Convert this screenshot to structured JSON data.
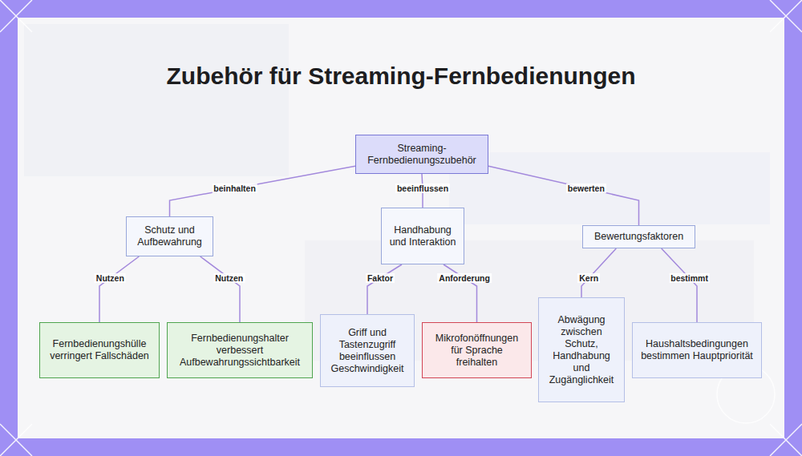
{
  "diagram": {
    "title": "Zubehör für Streaming-Fernbedienungen",
    "nodes": [
      {
        "text": [
          "Streaming-Fernbedienungszubehör"
        ]
      },
      {
        "text": [
          "Schutz und Aufbewahrung"
        ]
      },
      {
        "text": [
          "Handhabung und Interaktion"
        ]
      },
      {
        "text": [
          "Bewertungsfaktoren"
        ]
      },
      {
        "text": [
          "Fernbedienungshülle verringert Fallschäden"
        ]
      },
      {
        "text": [
          "Fernbedienungshalter verbessert Aufbewahrungssichtbarkeit"
        ]
      },
      {
        "text": [
          "Griff und Tastenzugriff beeinflussen Geschwindigkeit"
        ]
      },
      {
        "text": [
          "Mikrofonöffnungen für Sprache freihalten"
        ]
      },
      {
        "text": [
          "Abwägung zwischen Schutz, Handhabung und Zugänglichkeit"
        ]
      },
      {
        "text": [
          "Haushaltsbedingungen bestimmen Hauptpriorität"
        ]
      }
    ],
    "edges": [
      {
        "from": 0,
        "to": 1,
        "label": "beinhalten",
        "arrow": "none"
      },
      {
        "from": 0,
        "to": 2,
        "label": "beeinflussen",
        "arrow": "none"
      },
      {
        "from": 0,
        "to": 3,
        "label": "bewerten",
        "arrow": "none"
      },
      {
        "from": 1,
        "to": 4,
        "label": "Nutzen",
        "arrow": "none"
      },
      {
        "from": 1,
        "to": 5,
        "label": "Nutzen",
        "arrow": "none"
      },
      {
        "from": 2,
        "to": 6,
        "label": "Faktor",
        "arrow": "none"
      },
      {
        "from": 2,
        "to": 7,
        "label": "Anforderung",
        "arrow": "none"
      },
      {
        "from": 3,
        "to": 8,
        "label": "Kern",
        "arrow": "none"
      },
      {
        "from": 3,
        "to": 9,
        "label": "bestimmt",
        "arrow": "none"
      }
    ]
  }
}
